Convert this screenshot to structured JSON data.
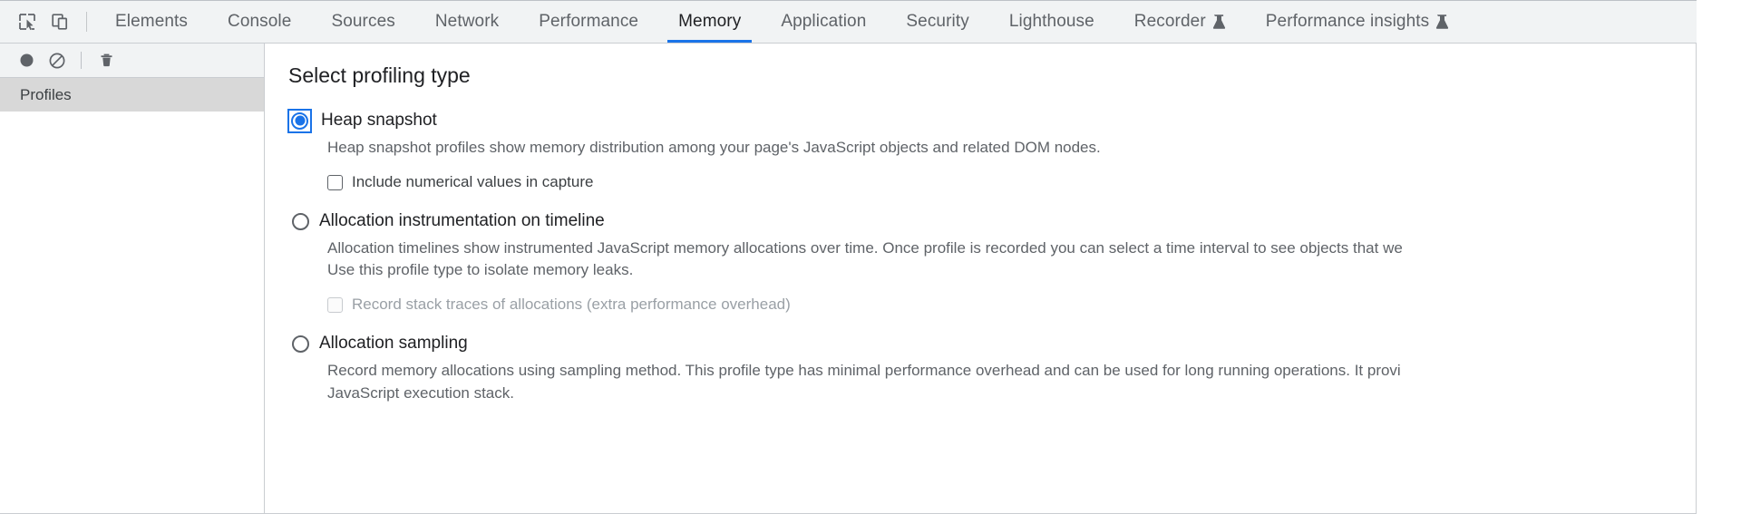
{
  "toolbar": {
    "inspect_icon": "inspect-element-icon",
    "device_icon": "device-toolbar-icon"
  },
  "tabs": [
    {
      "label": "Elements",
      "selected": false,
      "experiment": false
    },
    {
      "label": "Console",
      "selected": false,
      "experiment": false
    },
    {
      "label": "Sources",
      "selected": false,
      "experiment": false
    },
    {
      "label": "Network",
      "selected": false,
      "experiment": false
    },
    {
      "label": "Performance",
      "selected": false,
      "experiment": false
    },
    {
      "label": "Memory",
      "selected": true,
      "experiment": false
    },
    {
      "label": "Application",
      "selected": false,
      "experiment": false
    },
    {
      "label": "Security",
      "selected": false,
      "experiment": false
    },
    {
      "label": "Lighthouse",
      "selected": false,
      "experiment": false
    },
    {
      "label": "Recorder",
      "selected": false,
      "experiment": true
    },
    {
      "label": "Performance insights",
      "selected": false,
      "experiment": true
    }
  ],
  "sidebar": {
    "toolbar": {
      "record_icon": "record-circle-icon",
      "clear_icon": "clear-no-entry-icon",
      "delete_icon": "trash-icon"
    },
    "profiles_label": "Profiles"
  },
  "main": {
    "title": "Select profiling type",
    "options": [
      {
        "id": "heap-snapshot",
        "label": "Heap snapshot",
        "selected": true,
        "focused": true,
        "description": "Heap snapshot profiles show memory distribution among your page's JavaScript objects and related DOM nodes.",
        "checkbox": {
          "label": "Include numerical values in capture",
          "checked": false,
          "disabled": false
        }
      },
      {
        "id": "allocation-instrumentation-on-timeline",
        "label": "Allocation instrumentation on timeline",
        "selected": false,
        "focused": false,
        "description": "Allocation timelines show instrumented JavaScript memory allocations over time. Once profile is recorded you can select a time interval to see objects that we\nUse this profile type to isolate memory leaks.",
        "checkbox": {
          "label": "Record stack traces of allocations (extra performance overhead)",
          "checked": false,
          "disabled": true
        }
      },
      {
        "id": "allocation-sampling",
        "label": "Allocation sampling",
        "selected": false,
        "focused": false,
        "description": "Record memory allocations using sampling method. This profile type has minimal performance overhead and can be used for long running operations. It provi\nJavaScript execution stack.",
        "checkbox": null
      }
    ]
  },
  "colors": {
    "accent": "#1a73e8",
    "tabbar_bg": "#f1f3f4",
    "selected_row": "#d8d8d8",
    "text_primary": "#202124",
    "text_secondary": "#5f6368"
  }
}
